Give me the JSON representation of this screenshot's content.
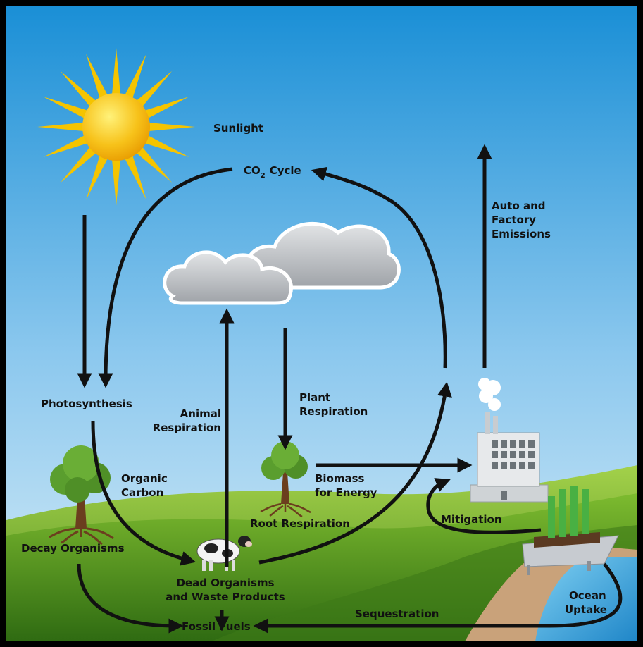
{
  "labels": {
    "sunlight": "Sunlight",
    "co2": "CO",
    "co2_sub": "2",
    "co2_cycle": "Cycle",
    "auto_1": "Auto and",
    "auto_2": "Factory",
    "auto_3": "Emissions",
    "photosynthesis": "Photosynthesis",
    "animal_1": "Animal",
    "animal_2": "Respiration",
    "plant_1": "Plant",
    "plant_2": "Respiration",
    "organic_1": "Organic",
    "organic_2": "Carbon",
    "biomass_1": "Biomass",
    "biomass_2": "for Energy",
    "root_respiration": "Root Respiration",
    "mitigation": "Mitigation",
    "decay_organisms": "Decay Organisms",
    "dead_1": "Dead Organisms",
    "dead_2": "and Waste Products",
    "sequestration": "Sequestration",
    "ocean_1": "Ocean",
    "ocean_2": "Uptake",
    "fossil_fuels": "Fossil Fuels"
  },
  "icons": [
    "sun-icon",
    "cloud-icon",
    "tree-icon",
    "cow-icon",
    "factory-icon",
    "smoke-icon",
    "carbon-capture-icon"
  ],
  "colors": {
    "sky_top": "#1a8fd6",
    "sky_bottom": "#d6ecf7",
    "grass": "#4f8a1e",
    "sun": "#f5b400",
    "arrow": "#111111",
    "cloud": "#b9bcc0",
    "ocean": "#3aa6d8"
  }
}
